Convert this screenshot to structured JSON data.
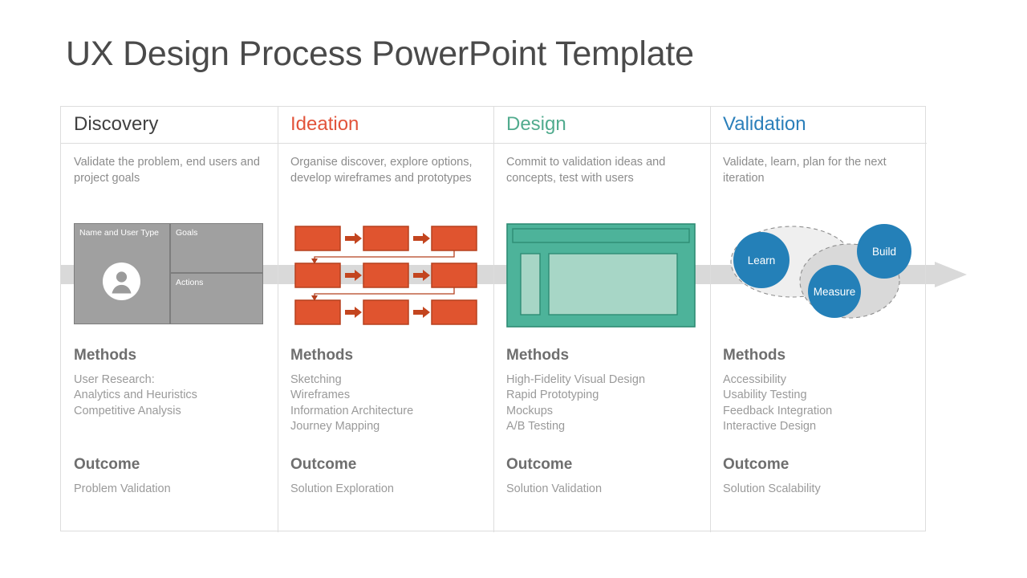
{
  "slide": {
    "title": "UX Design Process PowerPoint Template",
    "background": "#ffffff",
    "progress_arrow_color": "#d9d9d9"
  },
  "labels": {
    "methods_heading": "Methods",
    "outcome_heading": "Outcome"
  },
  "columns": [
    {
      "name": "discovery",
      "header": "Discovery",
      "header_color": "#404040",
      "description": "Validate the problem, end users and project goals",
      "methods": "User Research:\nAnalytics and Heuristics\nCompetitive Analysis",
      "outcome": "Problem Validation",
      "graphic": {
        "type": "persona-card",
        "fill": "#a0a0a0",
        "stroke": "#7d7d7d",
        "cells": [
          "Name and User Type",
          "Goals",
          "Actions"
        ],
        "avatar_icon": "user-avatar-icon"
      }
    },
    {
      "name": "ideation",
      "header": "Ideation",
      "header_color": "#e2533a",
      "description": "Organise discover, explore options, develop wireframes and prototypes",
      "methods": "Sketching\nWireframes\nInformation Architecture\nJourney Mapping",
      "outcome": "Solution Exploration",
      "graphic": {
        "type": "flow-grid",
        "fill": "#e0542f",
        "stroke": "#b5401f",
        "rows": 3,
        "cols": 3
      }
    },
    {
      "name": "design",
      "header": "Design",
      "header_color": "#51ab8e",
      "description": "Commit to validation ideas and concepts, test with users",
      "methods": "High-Fidelity Visual Design\nRapid Prototyping\nMockups\nA/B Testing",
      "outcome": "Solution Validation",
      "graphic": {
        "type": "wireframe-mockup",
        "fill": "#4db39a",
        "stroke": "#2e8c74",
        "panel_fill": "#a7d6c6"
      }
    },
    {
      "name": "validation",
      "header": "Validation",
      "header_color": "#2b7fba",
      "description": "Validate, learn, plan for the next iteration",
      "methods": "Accessibility\nUsability Testing\nFeedback Integration\nInteractive Design",
      "outcome": "Solution Scalability",
      "graphic": {
        "type": "build-measure-learn",
        "circle_fill": "#2480b8",
        "ellipse_fill": "#efefef",
        "ellipse_fill_2": "#d9d9d9",
        "nodes": [
          "Learn",
          "Measure",
          "Build"
        ]
      }
    }
  ]
}
